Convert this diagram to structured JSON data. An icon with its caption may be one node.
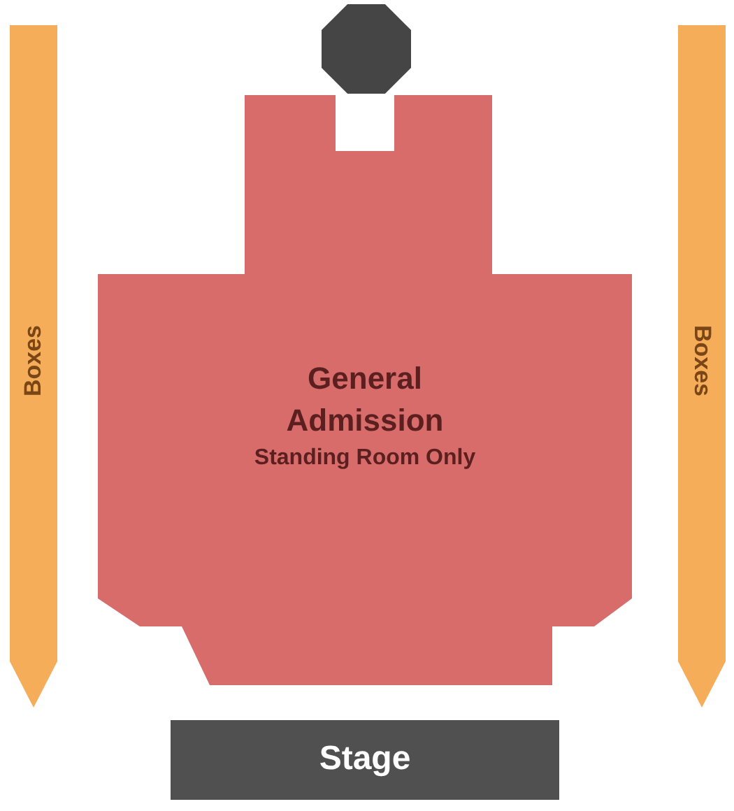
{
  "diagram": {
    "nodes": [
      {
        "text": [],
        "shape": "octagon"
      },
      {
        "text": [
          "General Admission",
          "Standing Room Only"
        ]
      },
      {
        "text": [
          "Boxes"
        ]
      },
      {
        "text": [
          "Boxes"
        ]
      },
      {
        "text": [
          "Stage"
        ]
      }
    ]
  }
}
